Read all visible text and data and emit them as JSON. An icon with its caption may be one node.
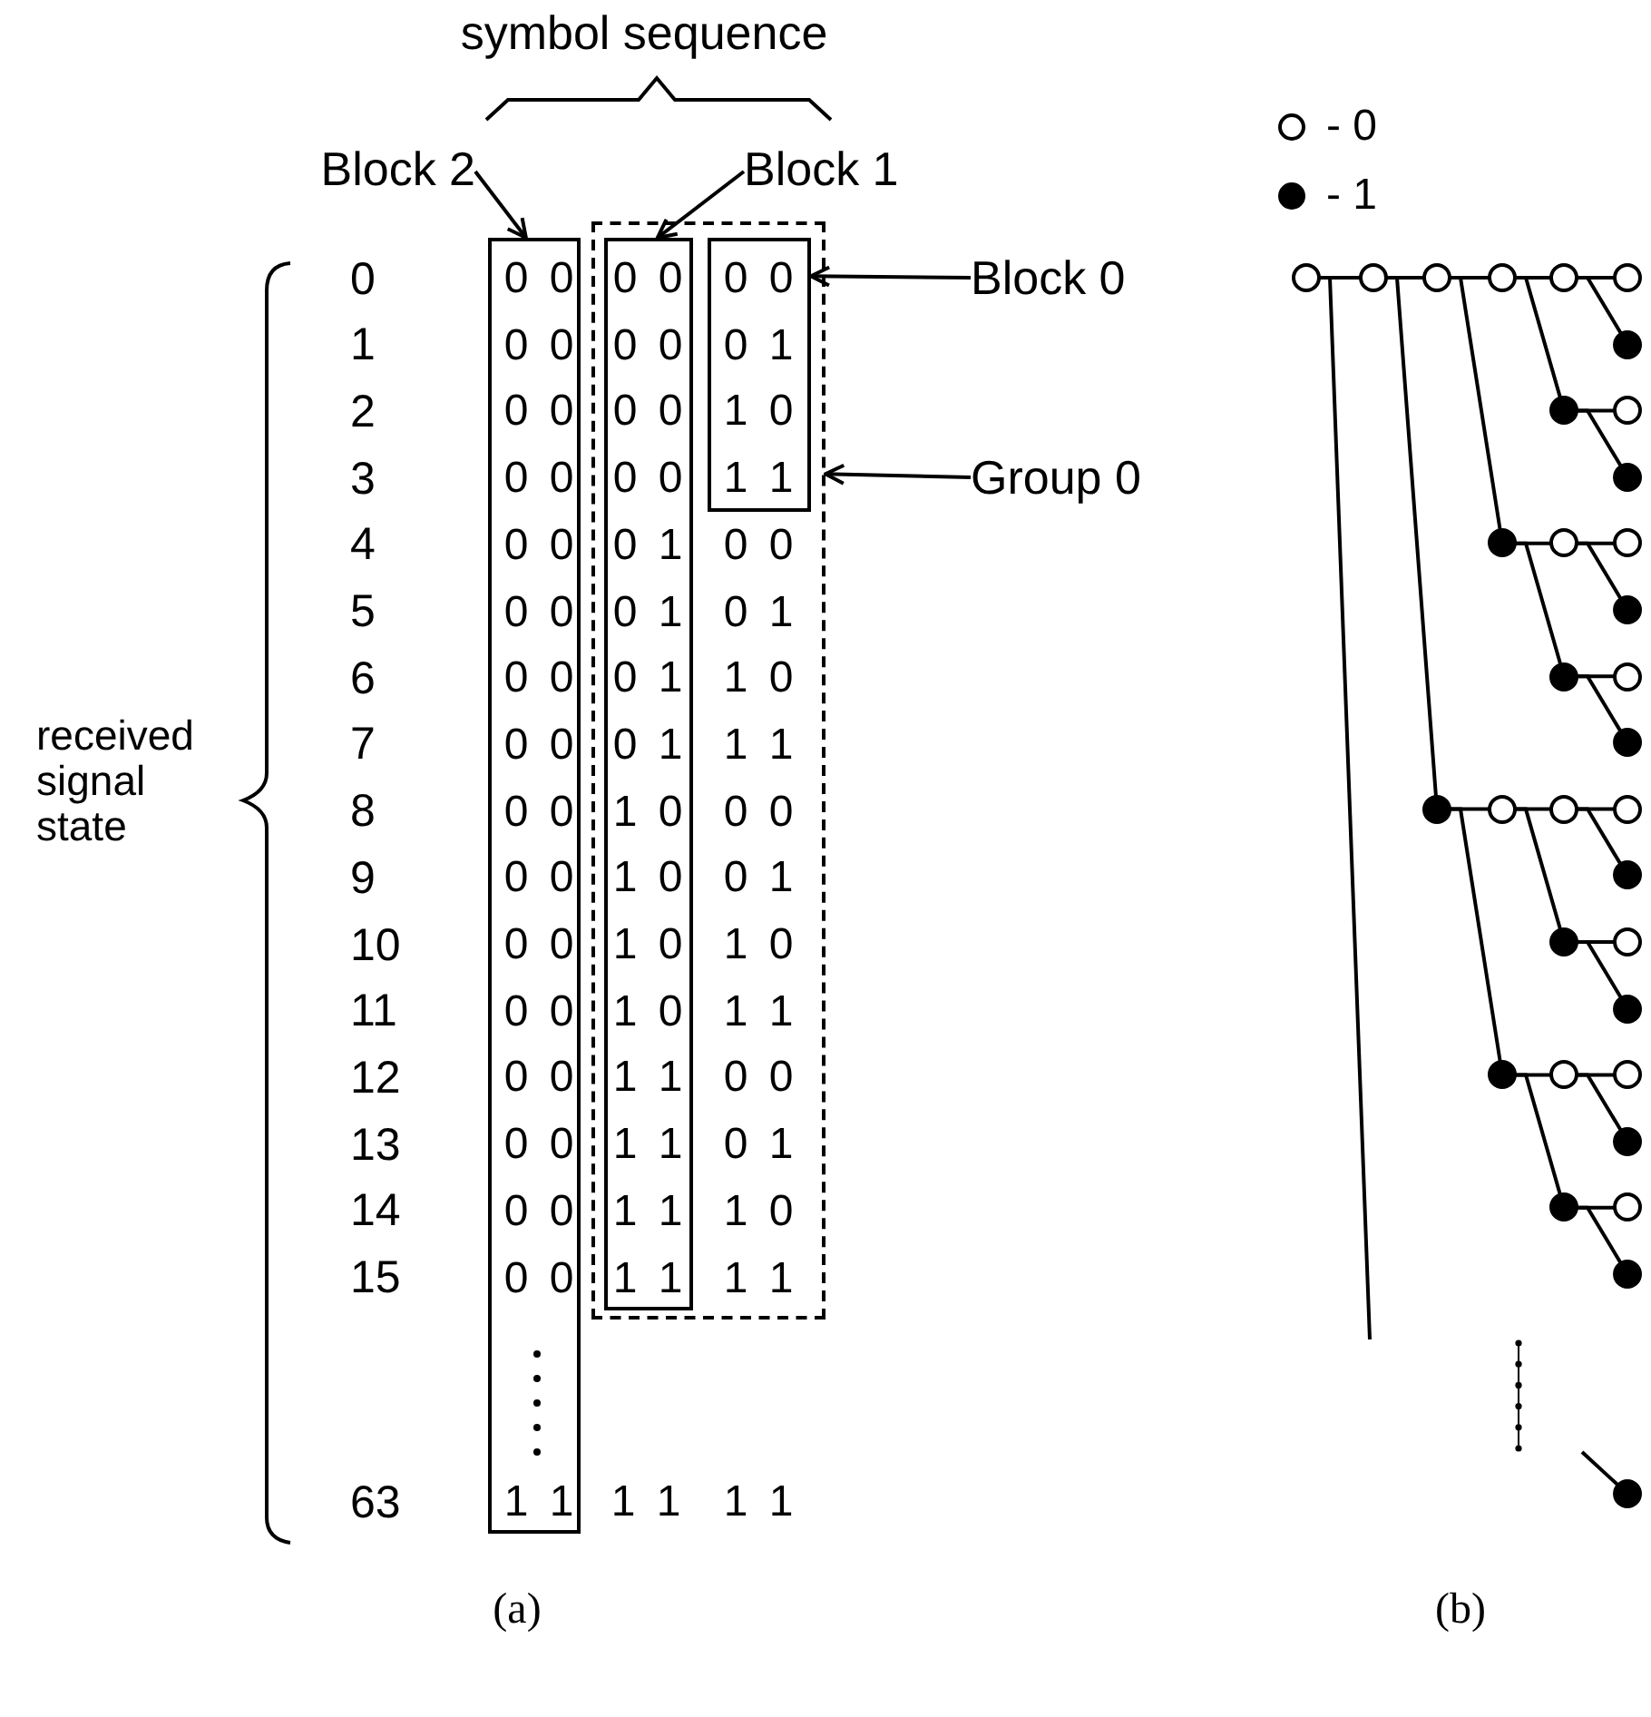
{
  "diagram": {
    "nodes": [
      {
        "text": [
          "Block 2"
        ]
      },
      {
        "text": [
          "Block 1"
        ]
      },
      {
        "text": [
          "Block 0"
        ]
      },
      {
        "text": [
          "Group 0"
        ]
      },
      {
        "text": [
          "0 0",
          "0 0",
          "0 0",
          "0 0",
          "0 0",
          "0 0",
          "0 0",
          "0 0",
          "0 0",
          "0 0",
          "0 0",
          "0 0",
          "0 0",
          "0 0",
          "0 0",
          "0 0",
          "1 1"
        ]
      },
      {
        "text": [
          "0 0",
          "0 1",
          "1 0",
          "1 1",
          "0 0",
          "0 1",
          "1 0",
          "1 1",
          "0 0",
          "0 1",
          "1 0",
          "1 1"
        ]
      },
      {
        "text": [
          "0 0",
          "0 0",
          "0 0",
          "0 0",
          "0 1",
          "0 1",
          "0 1",
          "0 1",
          "1 0",
          "1 0",
          "1 0",
          "1 0",
          "1 1",
          "1 1",
          "1 1",
          "1 1"
        ],
        "in": 5
      },
      {
        "text": [
          "0 0",
          "0 1",
          "1 0",
          "1 1"
        ],
        "in": 5
      },
      {
        "text": [],
        "shape": "circle"
      },
      {
        "text": [],
        "shape": "circle"
      },
      {
        "text": [],
        "shape": "circle"
      },
      {
        "text": [],
        "shape": "circle"
      },
      {
        "text": [],
        "shape": "circle"
      },
      {
        "text": [],
        "shape": "circle"
      },
      {
        "text": [],
        "shape": "dot"
      },
      {
        "text": [],
        "shape": "dot"
      },
      {
        "text": [],
        "shape": "circle"
      },
      {
        "text": [],
        "shape": "dot"
      },
      {
        "text": [],
        "shape": "dot"
      },
      {
        "text": [],
        "shape": "circle"
      },
      {
        "text": [],
        "shape": "circle"
      },
      {
        "text": [],
        "shape": "dot"
      },
      {
        "text": [],
        "shape": "dot"
      },
      {
        "text": [],
        "shape": "circle"
      },
      {
        "text": [],
        "shape": "dot"
      },
      {
        "text": [],
        "shape": "dot"
      },
      {
        "text": [],
        "shape": "circle"
      },
      {
        "text": [],
        "shape": "circle"
      },
      {
        "text": [],
        "shape": "circle"
      },
      {
        "text": [],
        "shape": "dot"
      },
      {
        "text": [],
        "shape": "dot"
      },
      {
        "text": [],
        "shape": "circle"
      },
      {
        "text": [],
        "shape": "dot"
      },
      {
        "text": [],
        "shape": "dot"
      },
      {
        "text": [],
        "shape": "circle"
      },
      {
        "text": [],
        "shape": "circle"
      },
      {
        "text": [],
        "shape": "dot"
      },
      {
        "text": [],
        "shape": "dot"
      },
      {
        "text": [],
        "shape": "circle"
      },
      {
        "text": [],
        "shape": "dot"
      },
      {
        "text": [],
        "shape": "dot"
      }
    ],
    "edges": [
      {
        "from": 0,
        "to": 4,
        "arrow": "to"
      },
      {
        "from": 1,
        "to": 6,
        "arrow": "to"
      },
      {
        "from": 2,
        "to": 7,
        "arrow": "to"
      },
      {
        "from": 3,
        "to": 5,
        "arrow": "to"
      },
      {
        "from": 8,
        "to": 9,
        "arrow": "none"
      },
      {
        "from": 9,
        "to": 10,
        "arrow": "none"
      },
      {
        "from": 10,
        "to": 11,
        "arrow": "none"
      },
      {
        "from": 11,
        "to": 12,
        "arrow": "none"
      },
      {
        "from": 12,
        "to": 13,
        "arrow": "none"
      },
      {
        "from": 12,
        "to": 14,
        "arrow": "none"
      },
      {
        "from": 11,
        "to": 15,
        "arrow": "none"
      },
      {
        "from": 15,
        "to": 16,
        "arrow": "none"
      },
      {
        "from": 15,
        "to": 17,
        "arrow": "none"
      },
      {
        "from": 10,
        "to": 18,
        "arrow": "none"
      },
      {
        "from": 18,
        "to": 19,
        "arrow": "none"
      },
      {
        "from": 19,
        "to": 20,
        "arrow": "none"
      },
      {
        "from": 19,
        "to": 21,
        "arrow": "none"
      },
      {
        "from": 18,
        "to": 22,
        "arrow": "none"
      },
      {
        "from": 22,
        "to": 23,
        "arrow": "none"
      },
      {
        "from": 22,
        "to": 24,
        "arrow": "none"
      },
      {
        "from": 9,
        "to": 25,
        "arrow": "none"
      },
      {
        "from": 25,
        "to": 26,
        "arrow": "none"
      },
      {
        "from": 26,
        "to": 27,
        "arrow": "none"
      },
      {
        "from": 27,
        "to": 28,
        "arrow": "none"
      },
      {
        "from": 27,
        "to": 29,
        "arrow": "none"
      },
      {
        "from": 26,
        "to": 30,
        "arrow": "none"
      },
      {
        "from": 30,
        "to": 31,
        "arrow": "none"
      },
      {
        "from": 30,
        "to": 32,
        "arrow": "none"
      },
      {
        "from": 25,
        "to": 33,
        "arrow": "none"
      },
      {
        "from": 33,
        "to": 34,
        "arrow": "none"
      },
      {
        "from": 34,
        "to": 35,
        "arrow": "none"
      },
      {
        "from": 34,
        "to": 36,
        "arrow": "none"
      },
      {
        "from": 33,
        "to": 37,
        "arrow": "none"
      },
      {
        "from": 37,
        "to": 38,
        "arrow": "none"
      },
      {
        "from": 37,
        "to": 39,
        "arrow": "none"
      },
      {
        "from": 8,
        "to": null,
        "arrow": "none"
      },
      {
        "from": null,
        "to": 40,
        "arrow": "none"
      }
    ],
    "labels": [
      "symbol sequence",
      "received signal state",
      "0",
      "1",
      "2",
      "3",
      "4",
      "5",
      "6",
      "7",
      "8",
      "9",
      "10",
      "11",
      "12",
      "13",
      "14",
      "15",
      "63",
      "1 1",
      "1 1",
      "(a)",
      "(b)"
    ],
    "legend": [
      {
        "text": "- 0"
      },
      {
        "text": "- 1"
      }
    ]
  }
}
